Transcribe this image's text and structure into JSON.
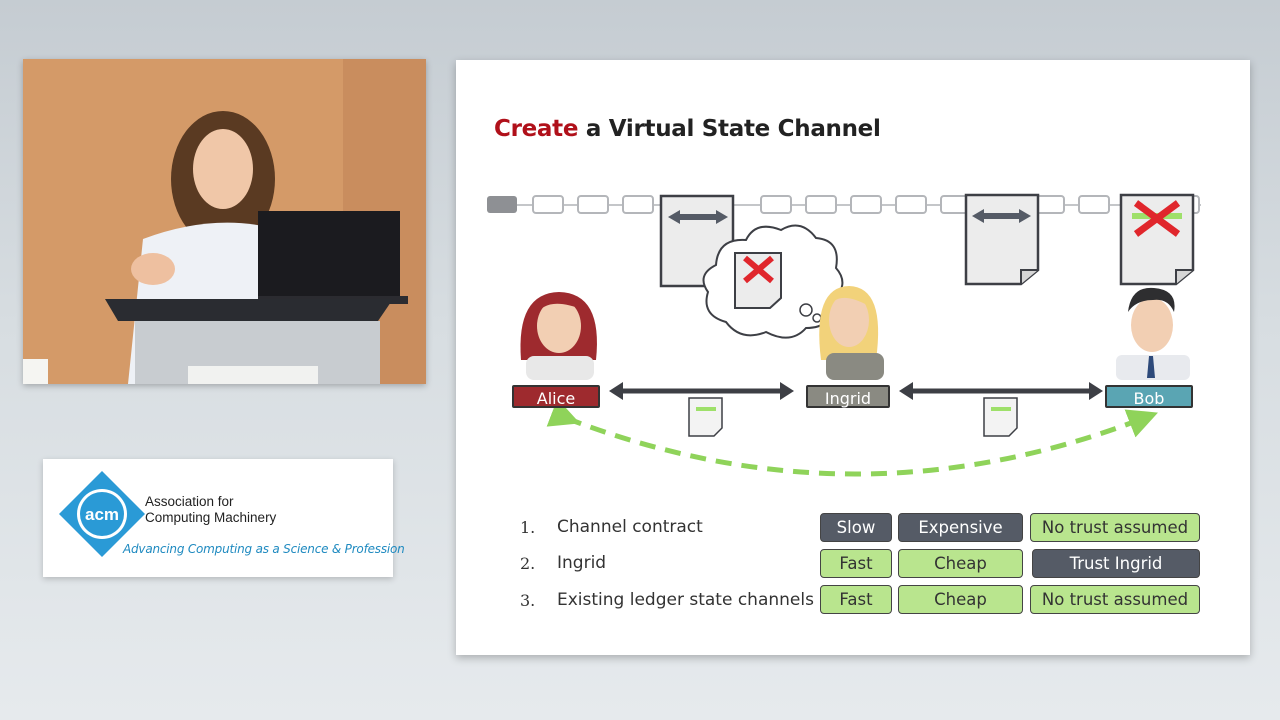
{
  "logo": {
    "mark": "acm",
    "org_line1": "Association for",
    "org_line2": "Computing Machinery",
    "tagline": "Advancing Computing as a Science & Profession",
    "color": "#2a9ad6"
  },
  "slide": {
    "title_accent": "Create",
    "title_rest": " a Virtual State Channel",
    "people": {
      "alice": "Alice",
      "ingrid": "Ingrid",
      "bob": "Bob"
    },
    "items": [
      {
        "num": "1.",
        "text": "Channel contract",
        "tags": [
          "Slow",
          "Expensive",
          "No trust assumed"
        ]
      },
      {
        "num": "2.",
        "text": "Ingrid",
        "tags": [
          "Fast",
          "Cheap",
          "Trust Ingrid"
        ]
      },
      {
        "num": "3.",
        "text": "Existing ledger state channels",
        "tags": [
          "Fast",
          "Cheap",
          "No trust assumed"
        ]
      }
    ]
  },
  "colors": {
    "alice": "#9e2a2e",
    "ingrid": "#8a8a82",
    "bob": "#5aa5b3",
    "dark_tag": "#555b66",
    "green_tag": "#b9e58e"
  }
}
